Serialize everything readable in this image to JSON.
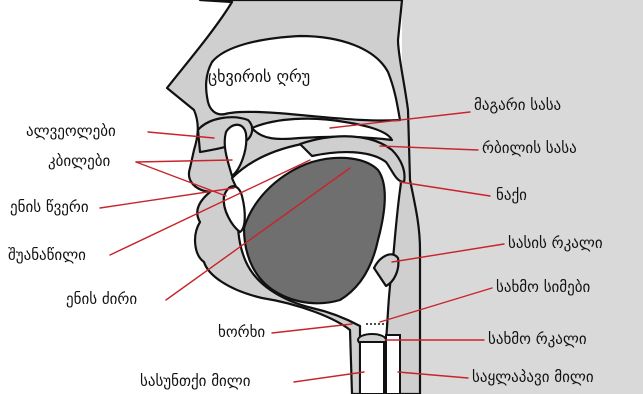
{
  "labels": {
    "nasal_cavity": "ცხვირის ღრუ",
    "hard_palate": "მაგარი სასა",
    "alveolar": "ალვეოლები",
    "soft_palate": "რბილის სასა",
    "teeth": "კბილები",
    "uvula": "ნაქი",
    "tongue_tip": "ენის წვერი",
    "tongue_blade": "შუანაწილი",
    "palatal_arch": "სასის რკალი",
    "tongue_root": "ენის ძირი",
    "vocal_cords": "სახმო სიმები",
    "throat": "ხორხი",
    "glottal_arch": "სახმო რკალი",
    "trachea": "სასუნთქი მილი",
    "esophagus": "საყლაპავი მილი"
  },
  "colors": {
    "tissue": "#cfcfcf",
    "backdrop": "#d9d9d9",
    "tongue": "#6f6f6f",
    "leader": "#c8242b",
    "outline": "#111111"
  }
}
